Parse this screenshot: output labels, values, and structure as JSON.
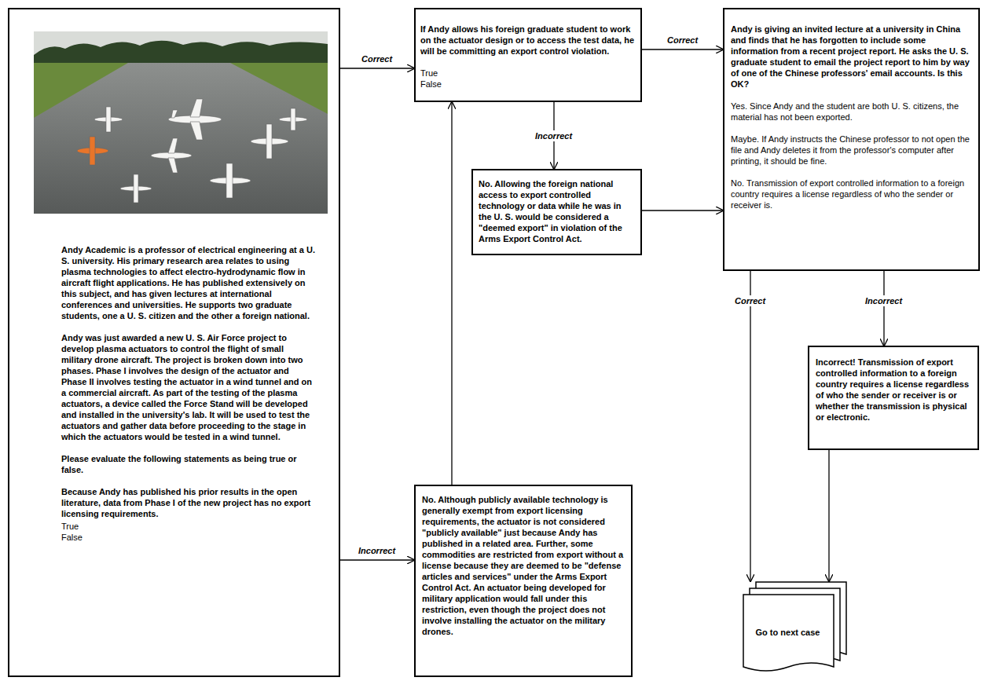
{
  "diagram": {
    "nodes": [
      {
        "text": [
          "Andy Academic is a professor of electrical engineering at a U. S. university. His primary research area relates to using plasma technologies to affect electro-hydrodynamic flow in aircraft flight applications. He has published extensively on this subject, and has given lectures at international conferences and universities. He supports two graduate students, one a U. S. citizen and the other a foreign national.",
          "Andy was just awarded a new U. S. Air Force project to develop plasma actuators to control the flight of small military drone aircraft. The project is broken down into two phases. Phase I involves the design of the actuator and Phase II involves testing the actuator in a wind tunnel and on a commercial aircraft. As part of the testing of the plasma actuators, a device called the Force Stand will be developed and installed in the university's lab. It will be used to test the actuators and gather data before proceeding to the stage in which the actuators would be tested in a wind tunnel.",
          "Please evaluate the following statements as being true or false.",
          "Because Andy has published his prior results in the open literature, data from Phase I of the new project has no export licensing requirements.",
          "True",
          "False"
        ]
      },
      {
        "text": [
          "If Andy allows his foreign graduate student to work on the actuator design or to access the test data, he will be committing an export control violation.",
          "True",
          "False"
        ]
      },
      {
        "text": [
          "Andy is giving an invited lecture at a university in China and finds that he has forgotten to include some information from a recent project report. He asks the U. S. graduate student to email the project report to him by way of one of the Chinese professors' email accounts. Is this OK?",
          "Yes. Since Andy and the student are both U. S. citizens, the material has not been exported.",
          "Maybe. If Andy instructs the Chinese professor to not open the file and Andy deletes it from the professor's computer after printing, it should be fine.",
          "No. Transmission of export controlled information to a foreign country requires a license regardless of who the sender or receiver is."
        ]
      },
      {
        "text": [
          "No. Allowing the foreign national access to export controlled technology or data while he was in the U. S. would be considered a \"deemed export\" in violation of the Arms Export Control Act."
        ]
      },
      {
        "text": [
          "No. Although publicly available technology is generally exempt from export licensing requirements, the actuator is not considered \"publicly available\" just because Andy has published in a related area. Further, some commodities are restricted from export without a license because they are deemed to be \"defense articles and services\" under the Arms Export Control Act. An actuator being developed for military application would fall under this restriction, even though the project does not involve installing the actuator on the military drones."
        ]
      },
      {
        "text": [
          "Incorrect! Transmission of export controlled information to a foreign country requires a license regardless of who the sender or receiver is or whether the transmission is physical or electronic."
        ]
      },
      {
        "text": [
          "Go to next case"
        ]
      }
    ],
    "edges": [
      {
        "from": 0,
        "to": 1,
        "arrow": "to",
        "label": "Correct"
      },
      {
        "from": 0,
        "to": 4,
        "arrow": "to",
        "label": "Incorrect"
      },
      {
        "from": 4,
        "to": 1,
        "arrow": "to"
      },
      {
        "from": 1,
        "to": 2,
        "arrow": "to",
        "label": "Correct"
      },
      {
        "from": 1,
        "to": 3,
        "arrow": "to",
        "label": "Incorrect"
      },
      {
        "from": 3,
        "to": 2,
        "arrow": "to"
      },
      {
        "from": 2,
        "to": 6,
        "arrow": "to",
        "label": "Correct"
      },
      {
        "from": 2,
        "to": 5,
        "arrow": "to",
        "label": "Incorrect"
      },
      {
        "from": 5,
        "to": 6,
        "arrow": "to"
      }
    ]
  }
}
